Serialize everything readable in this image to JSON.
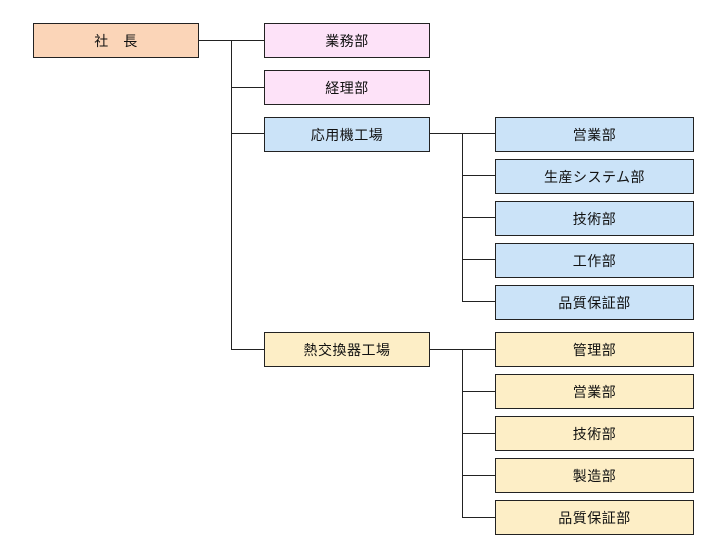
{
  "colors": {
    "president": "#fbd5b8",
    "hq": "#fde2f8",
    "plant_a": "#cbe3f8",
    "plant_b": "#fdeec6",
    "border": "#222222",
    "connector": "#222222"
  },
  "org": {
    "president": "社　長",
    "hq_depts": [
      "業務部",
      "経理部"
    ],
    "plant_a": {
      "name": "応用機工場",
      "depts": [
        "営業部",
        "生産システム部",
        "技術部",
        "工作部",
        "品質保証部"
      ]
    },
    "plant_b": {
      "name": "熱交換器工場",
      "depts": [
        "管理部",
        "営業部",
        "技術部",
        "製造部",
        "品質保証部"
      ]
    }
  }
}
